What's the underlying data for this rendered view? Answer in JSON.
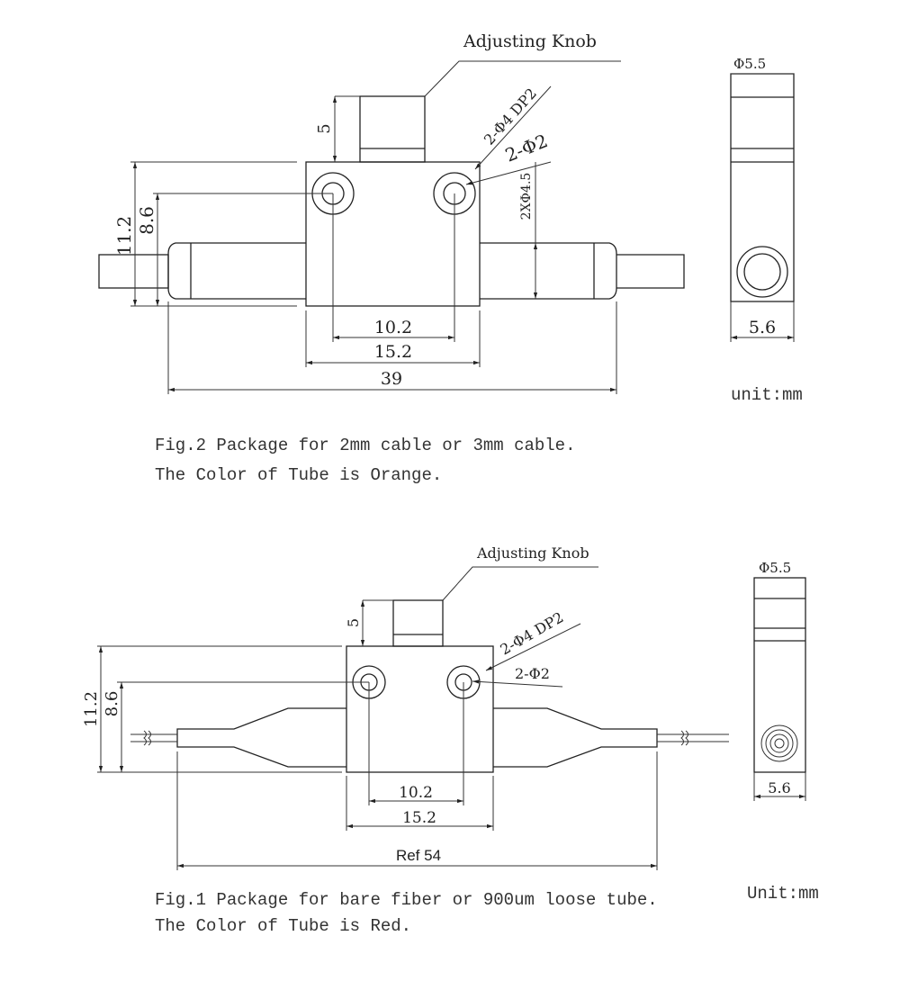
{
  "fig2": {
    "knob_label": "Adjusting Knob",
    "dim_knob": "5",
    "dim_height": "11.2",
    "dim_hole_height": "8.6",
    "hole_spec_large": "2-Φ4 DP2",
    "hole_spec_small": "2-Φ2",
    "tube_diameter": "2XΦ4.5",
    "dim_hole_spacing": "10.2",
    "dim_block_width": "15.2",
    "dim_total": "39",
    "side_top": "Φ5.5",
    "side_width": "5.6",
    "unit": "unit:mm",
    "caption_line1": "Fig.2 Package for 2mm cable or 3mm cable.",
    "caption_line2": "The Color of Tube is Orange."
  },
  "fig1": {
    "knob_label": "Adjusting Knob",
    "dim_knob": "5",
    "dim_height": "11.2",
    "dim_hole_height": "8.6",
    "hole_spec_large": "2-Φ4 DP2",
    "hole_spec_small": "2-Φ2",
    "dim_hole_spacing": "10.2",
    "dim_block_width": "15.2",
    "dim_total": "Ref 54",
    "side_top": "Φ5.5",
    "side_width": "5.6",
    "unit": "Unit:mm",
    "caption_line1": "Fig.1 Package for bare fiber or 900um loose tube.",
    "caption_line2": "The Color of Tube is Red."
  }
}
